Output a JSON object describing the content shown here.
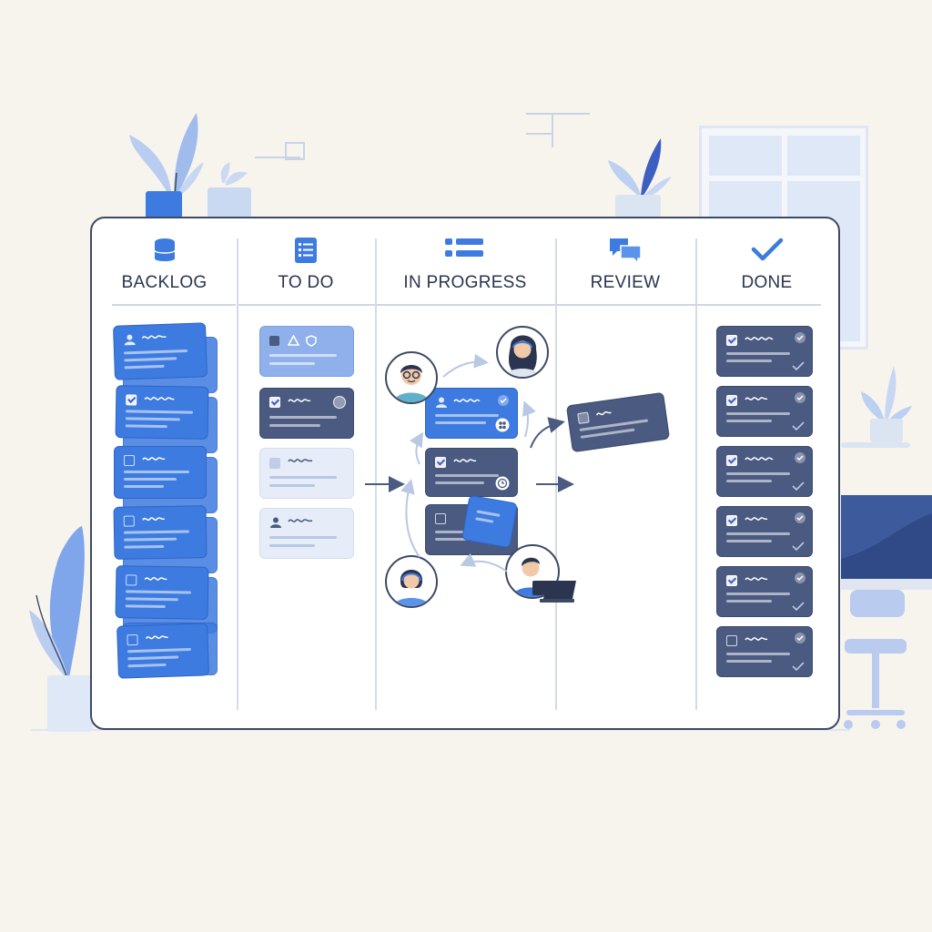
{
  "board": {
    "columns": [
      {
        "title": "BACKLOG",
        "icon": "database-icon"
      },
      {
        "title": "TO DO",
        "icon": "checklist-icon"
      },
      {
        "title": "IN PROGRESS",
        "icon": "list-icon"
      },
      {
        "title": "REVIEW",
        "icon": "chat-bubbles-icon"
      },
      {
        "title": "DONE",
        "icon": "checkmark-icon"
      }
    ]
  },
  "colors": {
    "accent_blue": "#3d7be0",
    "card_dark": "#4a5a80",
    "card_light": "#e6edf9",
    "board_border": "#3d4a63",
    "background": "#f7f4ee"
  }
}
